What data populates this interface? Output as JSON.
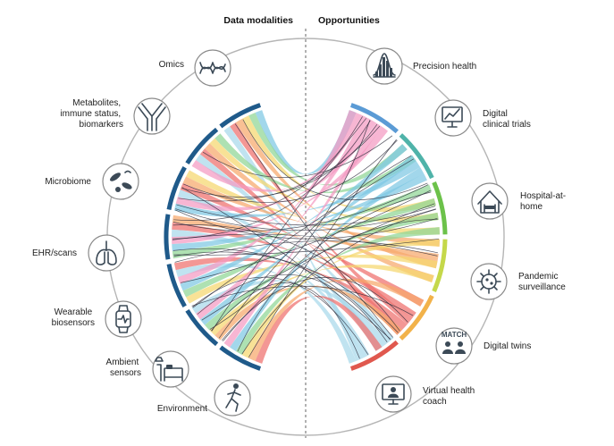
{
  "headers": {
    "left": "Data modalities",
    "right": "Opportunities"
  },
  "modalities": [
    {
      "id": "omics",
      "lines": [
        "Omics"
      ],
      "icon": "dna-icon"
    },
    {
      "id": "metabolites",
      "lines": [
        "Metabolites,",
        "immune status,",
        "biomarkers"
      ],
      "icon": "antibody-icon"
    },
    {
      "id": "microbiome",
      "lines": [
        "Microbiome"
      ],
      "icon": "bacteria-icon"
    },
    {
      "id": "ehr",
      "lines": [
        "EHR/scans"
      ],
      "icon": "lungs-icon"
    },
    {
      "id": "wearable",
      "lines": [
        "Wearable",
        "biosensors"
      ],
      "icon": "smartwatch-icon"
    },
    {
      "id": "ambient",
      "lines": [
        "Ambient",
        "sensors"
      ],
      "icon": "bed-lamp-icon"
    },
    {
      "id": "environment",
      "lines": [
        "Environment"
      ],
      "icon": "runner-icon"
    }
  ],
  "opportunities": [
    {
      "id": "precision",
      "lines": [
        "Precision health"
      ],
      "icon": "histogram-icon"
    },
    {
      "id": "trials",
      "lines": [
        "Digital",
        "clinical trials"
      ],
      "icon": "monitor-chart-icon"
    },
    {
      "id": "hospital",
      "lines": [
        "Hospital-at-",
        "home"
      ],
      "icon": "house-bed-icon"
    },
    {
      "id": "pandemic",
      "lines": [
        "Pandemic",
        "surveillance"
      ],
      "icon": "virus-icon"
    },
    {
      "id": "twins",
      "lines": [
        "Digital twins"
      ],
      "icon": "match-people-icon",
      "badge": "MATCH"
    },
    {
      "id": "coach",
      "lines": [
        "Virtual health",
        "coach"
      ],
      "icon": "monitor-person-icon"
    }
  ],
  "colors": {
    "left_arc": "#1f5a8a",
    "right_arcs": [
      "#5b9bd5",
      "#4fb3a9",
      "#6cc24a",
      "#c5d84a",
      "#f2b24a",
      "#e0584e"
    ],
    "bands": [
      "#7ec8e3",
      "#8fd694",
      "#f5d76e",
      "#f7a86b",
      "#ef6f6c",
      "#a8d8ea",
      "#f49ac2"
    ],
    "ring": "#b5b5b5"
  }
}
